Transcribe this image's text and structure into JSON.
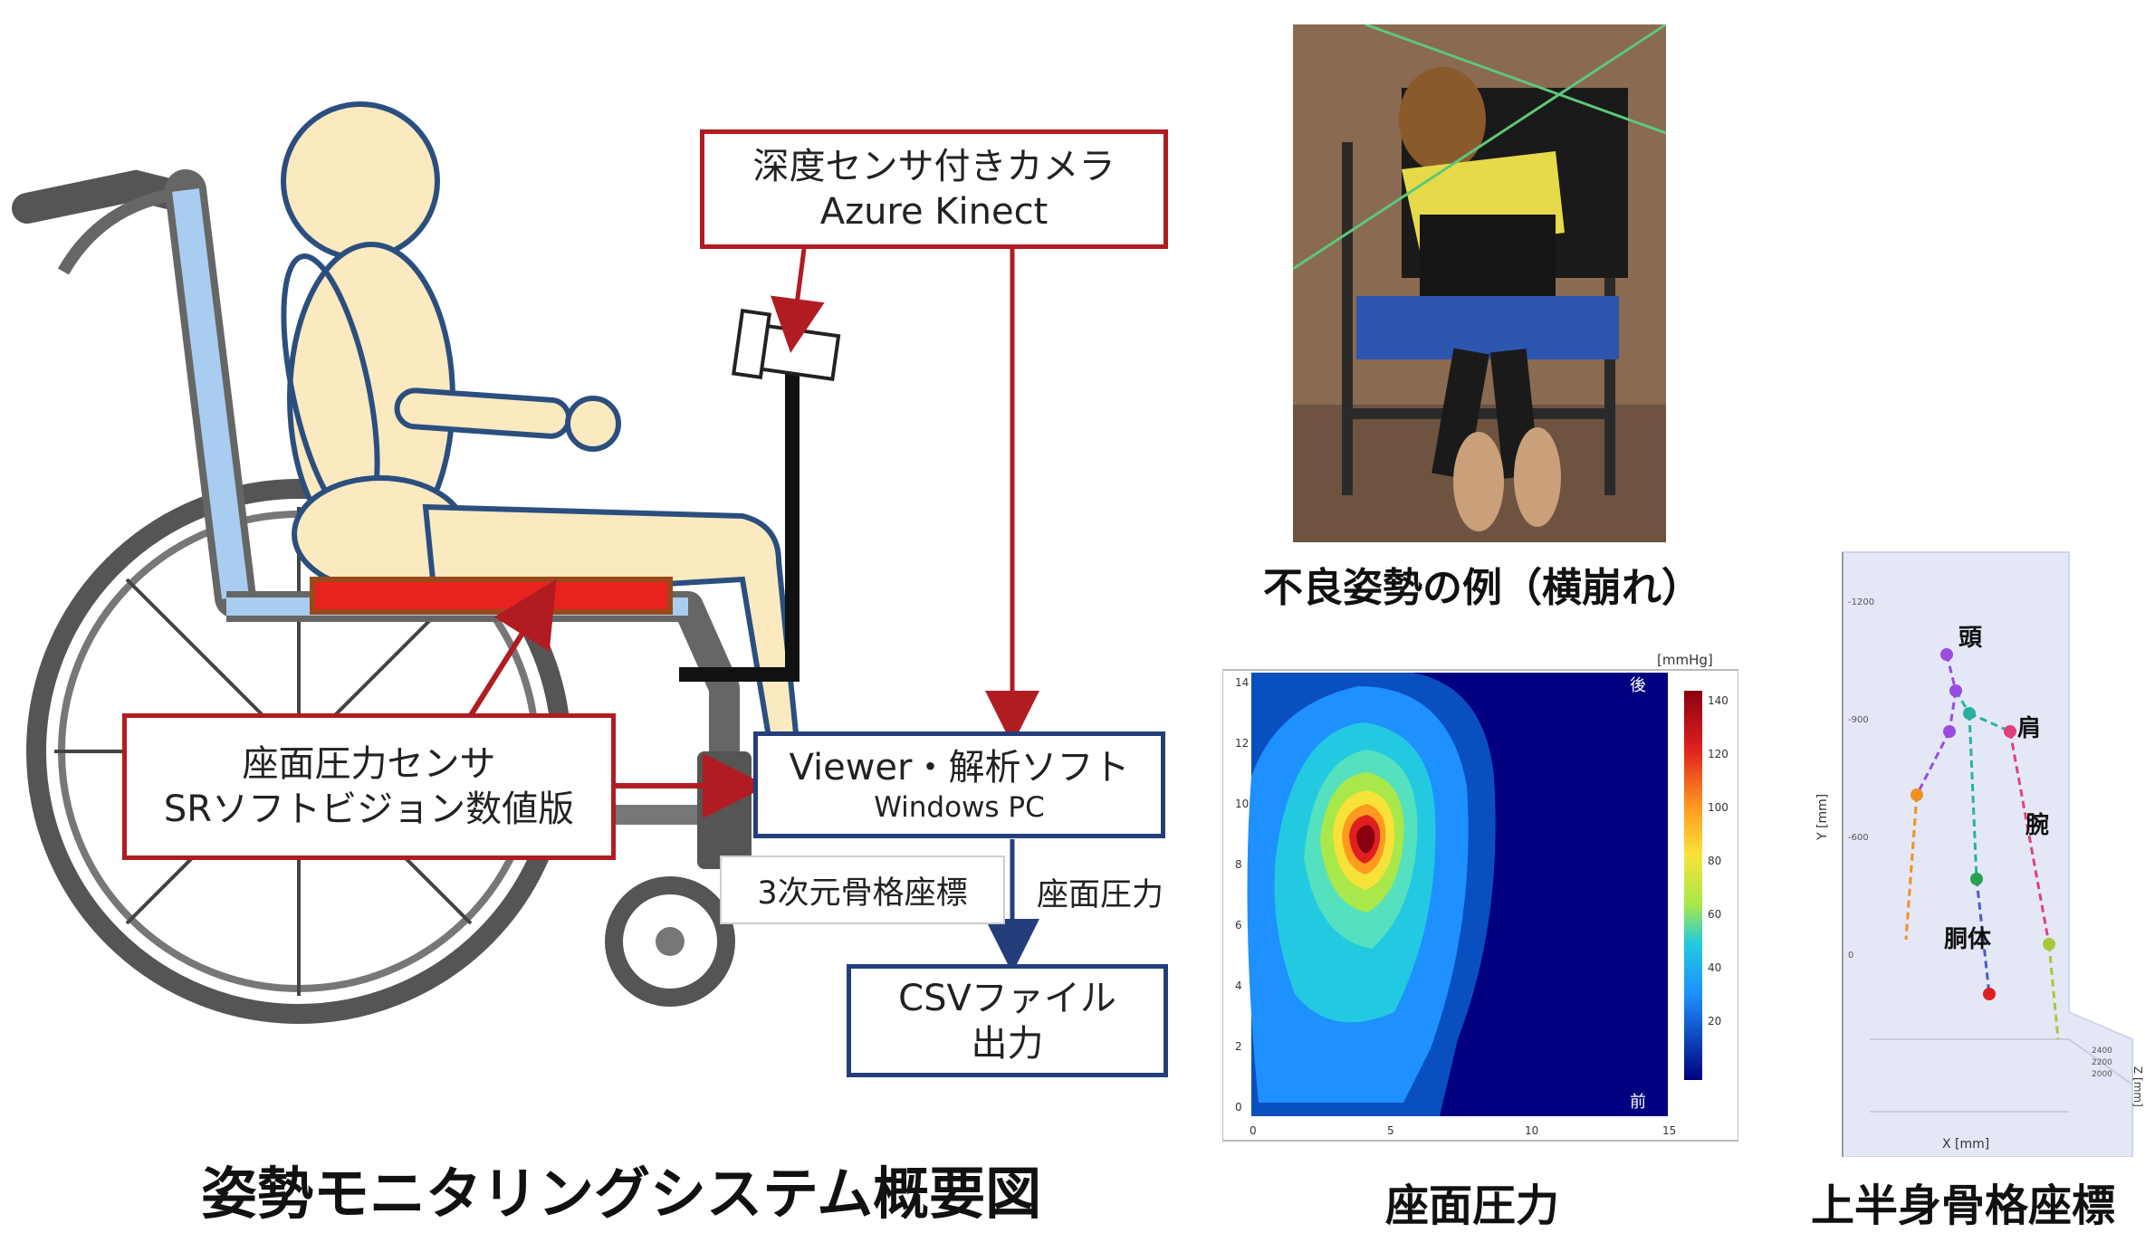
{
  "diagram": {
    "camera_box": {
      "line1": "深度センサ付きカメラ",
      "line2": "Azure Kinect"
    },
    "pressure_box": {
      "line1": "座面圧力センサ",
      "line2": "SRソフトビジョン数値版"
    },
    "viewer_box": {
      "line1": "Viewer・解析ソフト",
      "line2": "Windows PC"
    },
    "skeleton_label": "3次元骨格座標",
    "pressure_label": "座面圧力",
    "csv_box": {
      "line1": "CSVファイル",
      "line2": "出力"
    },
    "caption": "姿勢モニタリングシステム概要図"
  },
  "photo": {
    "caption": "不良姿勢の例（横崩れ）"
  },
  "heatmap": {
    "caption": "座面圧力",
    "unit_label": "[mmHg]",
    "colorbar_ticks": [
      "140",
      "120",
      "100",
      "80",
      "60",
      "40",
      "20"
    ],
    "x_ticks": [
      "0",
      "5",
      "10",
      "15"
    ],
    "y_ticks": [
      "14",
      "12",
      "10",
      "8",
      "6",
      "4",
      "2",
      "0"
    ],
    "corner_top": "後",
    "corner_bottom": "前"
  },
  "skeleton": {
    "caption": "上半身骨格座標",
    "labels": {
      "head": "頭",
      "shoulder": "肩",
      "arm": "腕",
      "torso": "胴体"
    },
    "axis_y": "Y [mm]",
    "axis_x": "X [mm]",
    "axis_z": "Z [mm]",
    "y_ticks": [
      "-1200",
      "-900",
      "-600",
      "0"
    ],
    "z_ticks": [
      "2400",
      "2200",
      "2000"
    ]
  },
  "colors": {
    "red_frame": "#b01c22",
    "blue_frame": "#233e7a",
    "figure_skin": "#fbe9c0",
    "frame_blue": "#a9cdf0"
  }
}
